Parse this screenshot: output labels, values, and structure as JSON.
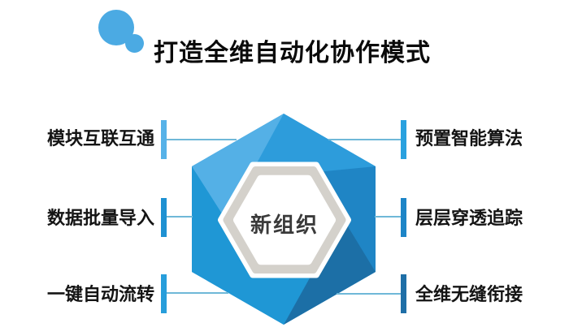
{
  "title": {
    "text": "打造全维自动化协作模式",
    "icon": "blob-cloud-icon"
  },
  "center": {
    "label": "新组织"
  },
  "features": {
    "left": [
      {
        "label": "模块互联互通",
        "bar_color": "#56B2E8"
      },
      {
        "label": "数据批量导入",
        "bar_color": "#1E91D2"
      },
      {
        "label": "一键自动流转",
        "bar_color": "#279EDB"
      }
    ],
    "right": [
      {
        "label": "预置智能算法",
        "bar_color": "#29A1DF"
      },
      {
        "label": "层层穿透追踪",
        "bar_color": "#1D85C7"
      },
      {
        "label": "全维无缝衔接",
        "bar_color": "#1F6FA7"
      }
    ]
  },
  "colors": {
    "background": "#FFFFFF",
    "title_text": "#0A0A0A",
    "label_text": "#141414",
    "icon_blue": "#4BAAE3",
    "connector": "#6FB8D8",
    "hex_base": "#2D9CDB",
    "hex_light_facet": "#54B0E6",
    "hex_bottom_left_facet": "#1F97D5",
    "hex_right_facet": "#1F85C5",
    "hex_dark_facet": "#1C6FA6",
    "ring_white": "#FFFFFF",
    "ring_gray": "#D4D1CB",
    "center_bg": "#FFFFFF",
    "center_text": "#3A3A3A"
  }
}
